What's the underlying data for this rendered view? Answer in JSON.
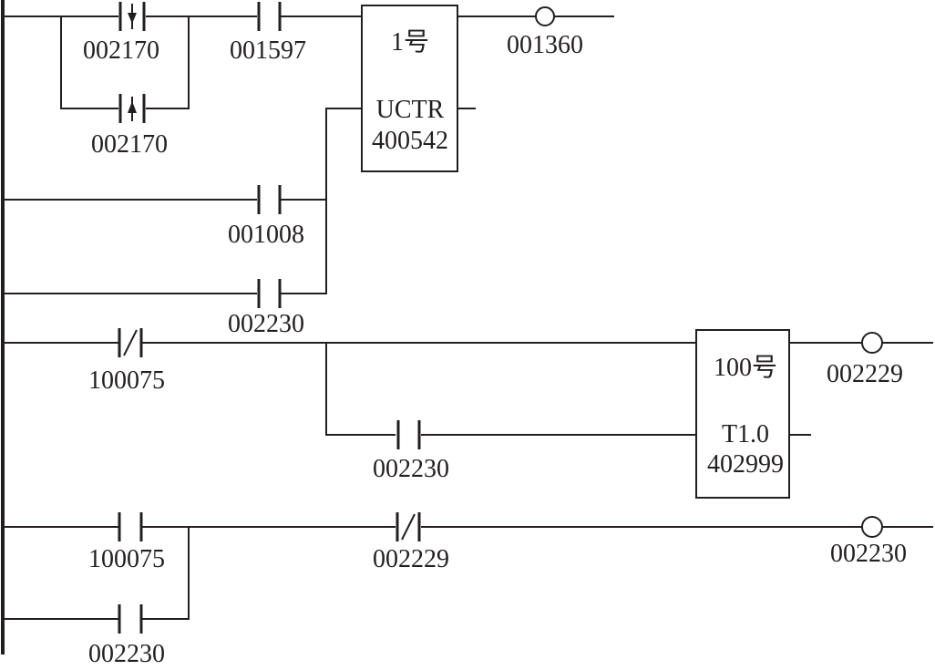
{
  "diagram": {
    "type": "ladder-logic",
    "rungs": [
      {
        "contacts": [
          {
            "address": "002170",
            "kind": "positive-transition"
          },
          {
            "address": "002170",
            "kind": "negative-transition"
          },
          {
            "address": "001597",
            "kind": "normally-open"
          },
          {
            "address": "001008",
            "kind": "normally-open"
          },
          {
            "address": "002230",
            "kind": "normally-open"
          }
        ],
        "block": {
          "number": "1号",
          "function": "UCTR",
          "register": "400542"
        },
        "coil": "001360"
      },
      {
        "contacts": [
          {
            "address": "100075",
            "kind": "normally-closed"
          },
          {
            "address": "002230",
            "kind": "normally-open"
          }
        ],
        "block": {
          "number": "100号",
          "function": "T1.0",
          "register": "402999"
        },
        "coil": "002229"
      },
      {
        "contacts": [
          {
            "address": "100075",
            "kind": "normally-open"
          },
          {
            "address": "002230",
            "kind": "normally-open"
          },
          {
            "address": "002229",
            "kind": "normally-closed"
          }
        ],
        "coil": "002230"
      }
    ]
  }
}
